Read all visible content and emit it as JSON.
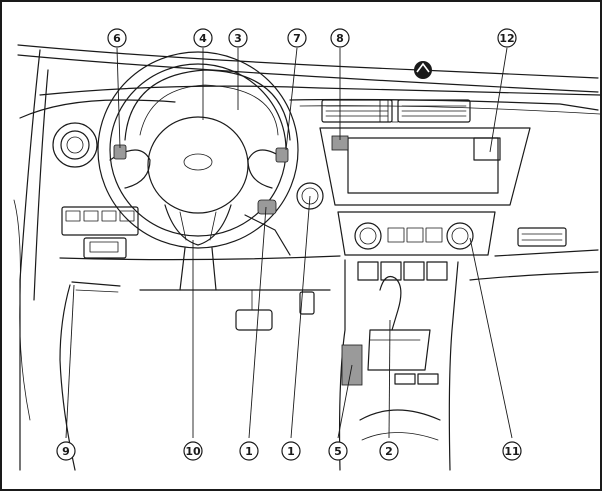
{
  "callouts": [
    {
      "id": "c6",
      "label": "6"
    },
    {
      "id": "c4",
      "label": "4"
    },
    {
      "id": "c3",
      "label": "3"
    },
    {
      "id": "c7",
      "label": "7"
    },
    {
      "id": "c8",
      "label": "8"
    },
    {
      "id": "c12",
      "label": "12"
    },
    {
      "id": "c9",
      "label": "9"
    },
    {
      "id": "c10",
      "label": "10"
    },
    {
      "id": "c1a",
      "label": "1"
    },
    {
      "id": "c1b",
      "label": "1"
    },
    {
      "id": "c5",
      "label": "5"
    },
    {
      "id": "c2",
      "label": "2"
    },
    {
      "id": "c11",
      "label": "11"
    }
  ]
}
